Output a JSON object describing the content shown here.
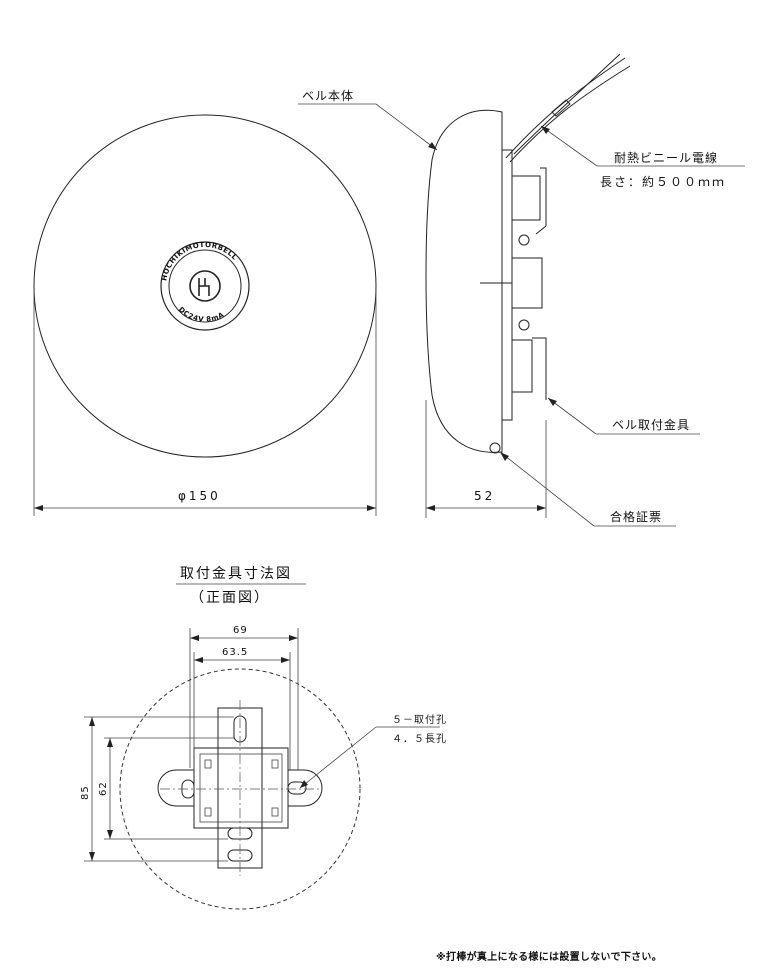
{
  "labels": {
    "bell_body": "ベル本体",
    "wire_name": "耐熱ビニール電線",
    "wire_length": "長さ：約５００ｍｍ",
    "bracket": "ベル取付金具",
    "certificate": "合格証票",
    "mount_title": "取付金具寸法図",
    "mount_subtitle": "（正面図）",
    "holes_line1": "５－取付孔",
    "holes_line2": "４．５長孔",
    "note": "※打棒が真上になる様には設置しないで下さい。"
  },
  "badge": {
    "brand": "HOCHIKIMOTORBELL",
    "rating": "DC24V 8mA"
  },
  "dimensions": {
    "diameter": "φ150",
    "depth": "52",
    "width_outer": "69",
    "width_inner": "63.5",
    "height_outer": "85",
    "height_inner": "62"
  }
}
